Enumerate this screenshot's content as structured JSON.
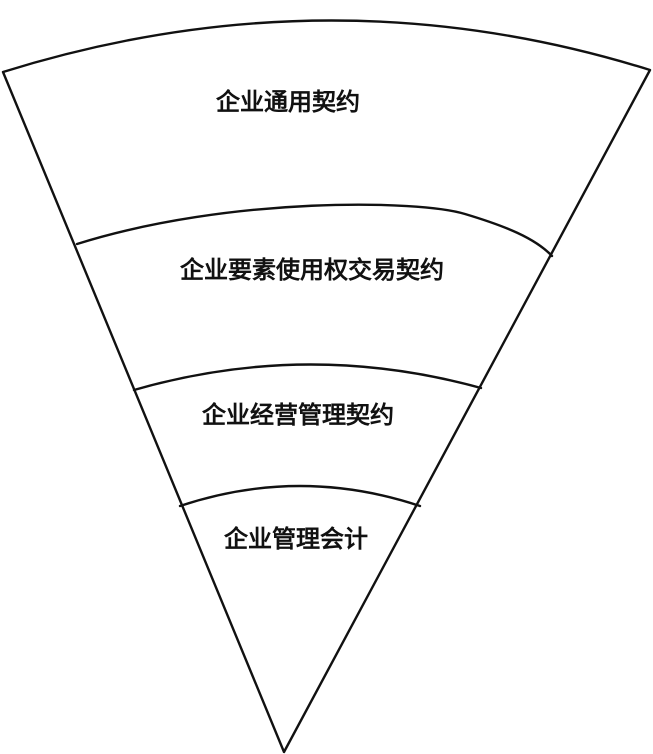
{
  "diagram": {
    "layers": [
      {
        "label": "企业通用契约"
      },
      {
        "label": "企业要素使用权交易契约"
      },
      {
        "label": "企业经营管理契约"
      },
      {
        "label": "企业管理会计"
      }
    ]
  },
  "colors": {
    "stroke": "#111111",
    "fill": "#ffffff",
    "text": "#111111"
  }
}
